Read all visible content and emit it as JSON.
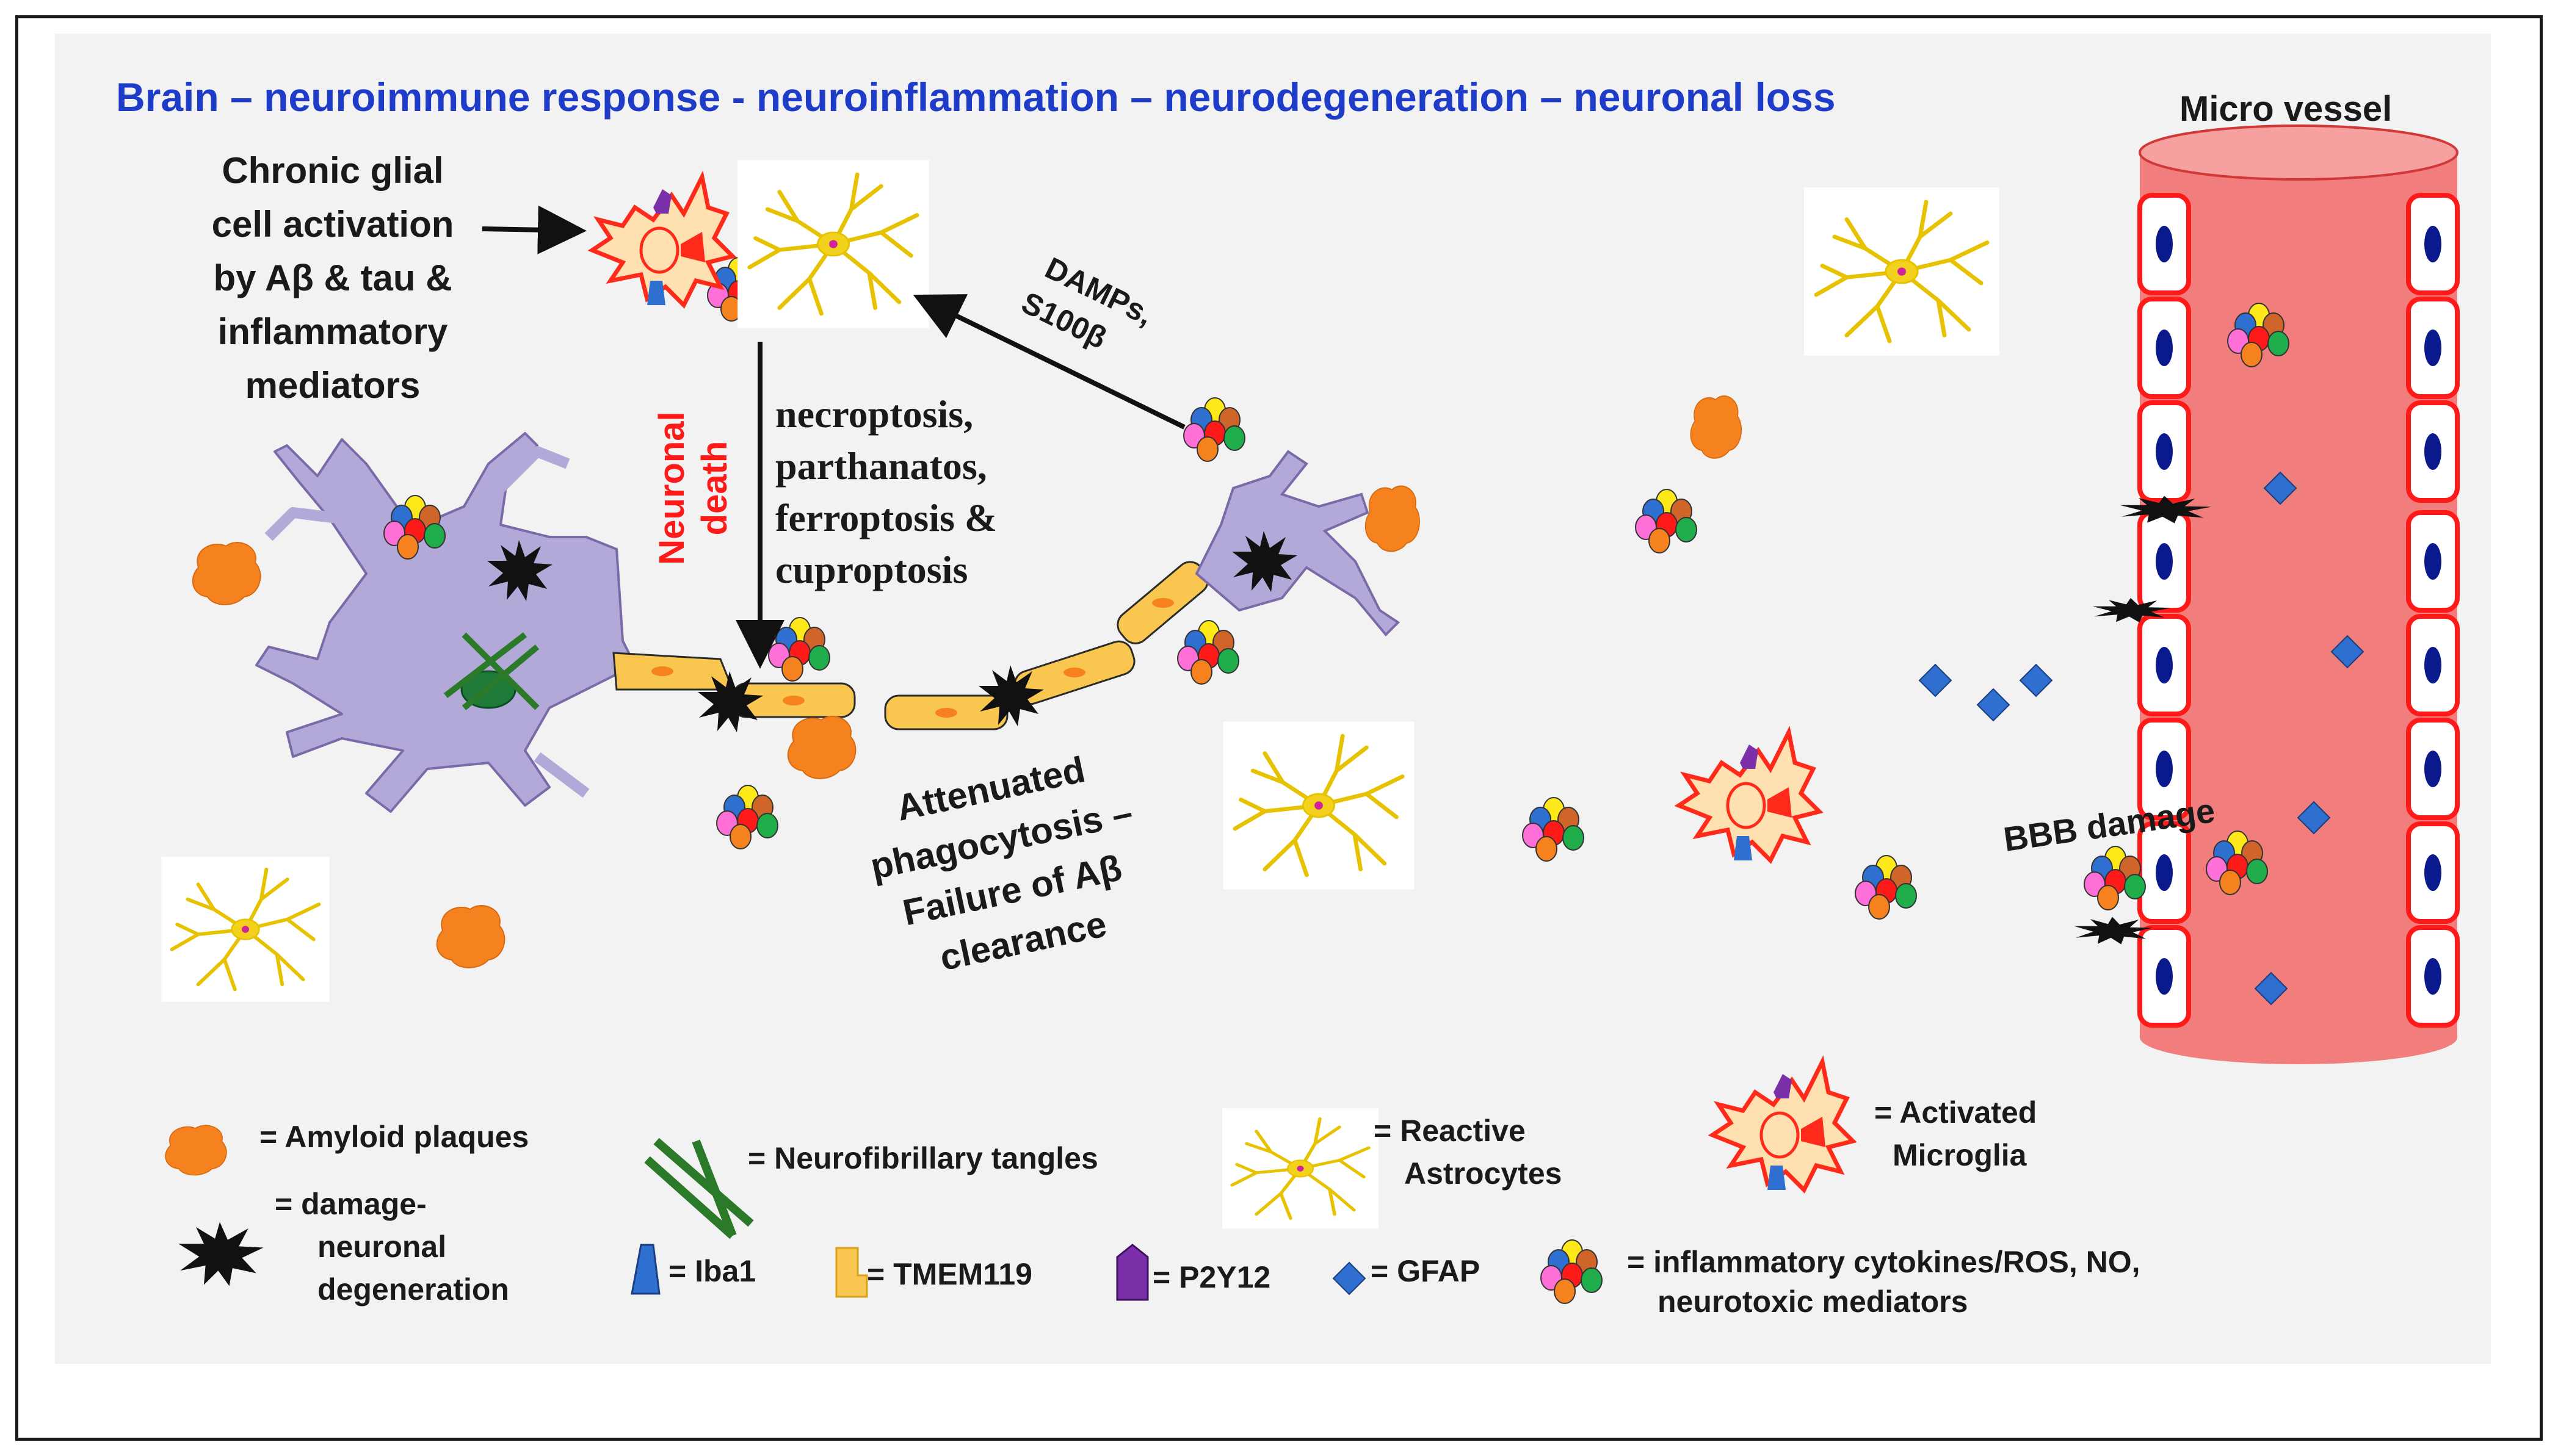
{
  "title": "Brain – neuroimmune response - neuroinflammation – neurodegeneration – neuronal loss",
  "vessel_label": "Micro vessel",
  "glial_activation": [
    "Chronic glial",
    "cell activation",
    "by Aβ & tau &",
    "inflammatory",
    "mediators"
  ],
  "damps": [
    "DAMPs,",
    "S100β"
  ],
  "neuronal_death": [
    "Neuronal",
    "death"
  ],
  "death_pathways": [
    "necroptosis,",
    "parthanatos,",
    "ferroptosis &",
    "cuproptosis"
  ],
  "phagocytosis": [
    "Attenuated",
    "phagocytosis –",
    "Failure of Aβ",
    "clearance"
  ],
  "bbb_damage": "BBB damage",
  "legend": {
    "amyloid": "= Amyloid plaques",
    "damage": [
      "= damage-",
      "neuronal",
      "degeneration"
    ],
    "tangles": "= Neurofibrillary tangles",
    "astrocytes": [
      "= Reactive",
      "Astrocytes"
    ],
    "microglia": [
      "= Activated",
      "Microglia"
    ],
    "iba1": "= Iba1",
    "tmem119": "= TMEM119",
    "p2y12": "= P2Y12",
    "gfap": "= GFAP",
    "cytokines": [
      "= inflammatory cytokines/ROS, NO,",
      "neurotoxic mediators"
    ]
  },
  "colors": {
    "title": "#1f3cc8",
    "neuron": "#b3a9d9",
    "myelin": "#f9c74f",
    "amyloid": "#f5821f",
    "vessel": "#f27d7d",
    "astrocyte": "#f2d21c",
    "microglia": "#ff2a1a",
    "gfap": "#2f6fd0",
    "accent_red": "#ff1a1a"
  }
}
